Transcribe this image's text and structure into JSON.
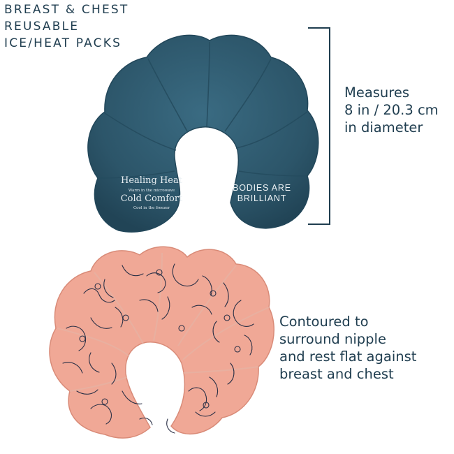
{
  "heading": {
    "line1": "BREAST & CHEST",
    "line2": "REUSABLE",
    "line3": "ICE/HEAT PACKS"
  },
  "measurement": {
    "line1": "Measures",
    "line2": "8 in / 20.3 cm",
    "line3": "in diameter"
  },
  "contour": {
    "line1": "Contoured to",
    "line2": "surround nipple",
    "line3": "and rest flat against",
    "line4": "breast and chest"
  },
  "blue_pack": {
    "label_heat": "Healing Heat",
    "label_heat_sub": "Warm in the microwave",
    "label_cold": "Cold Comfort",
    "label_cold_sub": "Cool in the freezer",
    "brand_line1": "BODIES ARE",
    "brand_line2": "BRILLIANT"
  },
  "colors": {
    "text": "#1f3d4f",
    "blue_pack": "#2e5a70",
    "pink_pack": "#f0a896",
    "line_art": "#2a3046"
  }
}
